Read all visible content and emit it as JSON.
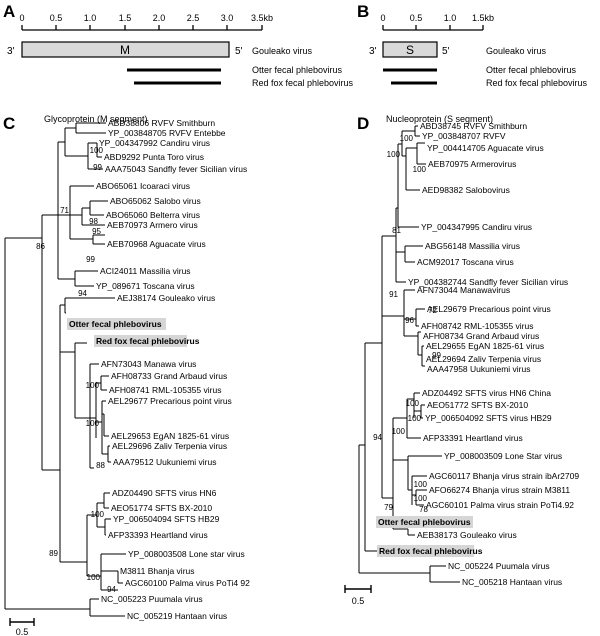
{
  "panel_a": {
    "letter": "A",
    "ticks": [
      "0",
      "0.5",
      "1.0",
      "1.5",
      "2.0",
      "2.5",
      "3.0",
      "3.5kb"
    ],
    "end3": "3'",
    "end5": "5'",
    "segment_label": "M",
    "genome_label": "Gouleako virus",
    "bar_labels": [
      "Otter fecal phlebovirus",
      "Red fox fecal phlebovirus"
    ]
  },
  "panel_b": {
    "letter": "B",
    "ticks": [
      "0",
      "0.5",
      "1.0",
      "1.5kb"
    ],
    "end3": "3'",
    "end5": "5'",
    "segment_label": "S",
    "genome_label": "Gouleako virus",
    "bar_labels": [
      "Otter fecal phlebovirus",
      "Red fox fecal phlebovirus"
    ]
  },
  "panel_c": {
    "letter": "C",
    "title": "Glycoprotein (M segment)",
    "scale_label": "0.5",
    "taxa": [
      "ABD38806 RVFV Smithburn",
      "YP_003848705 RVFV Entebbe",
      "YP_004347992 Candiru virus",
      "ABD9292 Punta Toro virus",
      "AAA75043 Sandfly fever Sicilian virus",
      "ABO65061 Icoaraci virus",
      "ABO65062  Salobo virus",
      "ABO65060 Belterra virus",
      "AEB70973 Armero virus",
      "AEB70968 Aguacate virus",
      "ACI24011 Massilia virus",
      "YP_089671 Toscana virus",
      "AEJ38174 Gouleako virus",
      "Otter fecal phlebovirus",
      "Red fox fecal phlebovirus",
      "AFN73043 Manawa virus",
      "AFH08733 Grand Arbaud virus",
      "AFH08741 RML-105355 virus",
      "AEL29677 Precarious point virus",
      "AEL29653 EgAN 1825-61 virus",
      "AEL29696 Zaliv Terpenia virus",
      "AAA79512 Uukuniemi virus",
      "ADZ04490 SFTS virus HN6",
      "AEO51774 SFTS BX-2010",
      "YP_006504094 SFTS HB29",
      "AFP33393 Heartland virus",
      "YP_008003508 Lone star virus",
      "M3811 Bhanja virus",
      "AGC60100 Palma virus PoTi4 92",
      "NC_005223 Puumala virus",
      "NC_005219 Hantaan virus"
    ],
    "bootstraps": [
      "100",
      "99",
      "98",
      "95",
      "71",
      "99",
      "86",
      "94",
      "100",
      "100",
      "88",
      "100",
      "100",
      "94",
      "89"
    ]
  },
  "panel_d": {
    "letter": "D",
    "title": "Nucleoprotein (S segment)",
    "scale_label": "0.5",
    "taxa": [
      "ABD38745 RVFV Smithburn",
      "YP_003848707 RVFV",
      "YP_004414705 Aguacate virus",
      "AEB70975 Armerovirus",
      "AED98382 Salobovirus",
      "YP_004347995 Candiru virus",
      "ABG56148 Massilia virus",
      "ACM92017 Toscana virus",
      "YP_004382744 Sandfly fever Sicilian virus",
      "AFN73044 Manawavirus",
      "AEL29679 Precarious point virus",
      "AFH08742 RML-105355 virus",
      "AFH08734 Grand Arbaud virus",
      "AEL29655 EgAN 1825-61 virus",
      "AEL29694 Zaliv Terpenia virus",
      "AAA47958 Uukuniemi virus",
      "ADZ04492 SFTS virus HN6 China",
      "AEO51772 SFTS BX-2010",
      "YP_006504092 SFTS virus HB29",
      "AFP33391 Heartland virus",
      "YP_008003509 Lone Star virus",
      "AGC60117 Bhanja virus strain ibAr2709",
      "AFO66274 Bhanja virus strain M3811",
      "AGC60101 Palma virus strain PoTi4.92",
      "Otter fecal phlebovirus",
      "AEB38173 Gouleako virus",
      "Red fox fecal phlebovirus",
      "NC_005224 Puumala virus",
      "NC_005218 Hantaan virus"
    ],
    "bootstraps": [
      "100",
      "100",
      "100",
      "81",
      "91",
      "96",
      "72",
      "99",
      "94",
      "100",
      "100",
      "100",
      "79",
      "100",
      "100",
      "78"
    ]
  },
  "colors": {
    "segment_fill": "#d9d9d9",
    "highlight_fill": "#d6d6d6",
    "line": "#000000"
  }
}
